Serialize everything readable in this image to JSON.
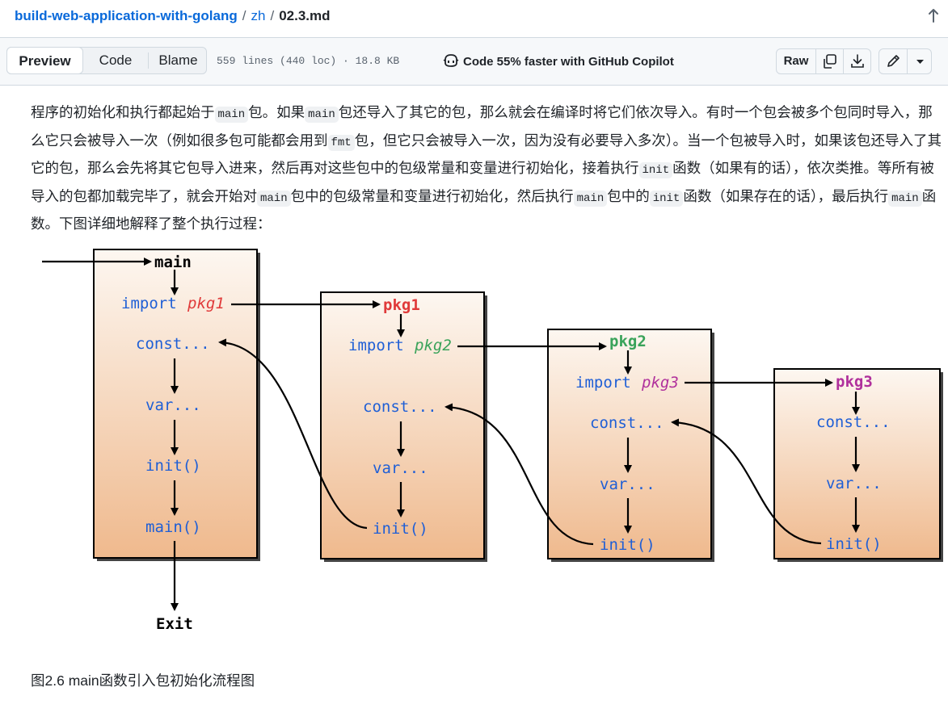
{
  "breadcrumb": {
    "repo": "build-web-application-with-golang",
    "dir": "zh",
    "file": "02.3.md",
    "separator": "/"
  },
  "toolbar": {
    "tabs": [
      "Preview",
      "Code",
      "Blame"
    ],
    "meta": "559 lines (440 loc) · 18.8 KB",
    "copilot": "Code 55% faster with GitHub Copilot",
    "raw_label": "Raw",
    "icons": [
      "copy-icon",
      "download-icon",
      "pencil-icon",
      "triangle-down-icon"
    ]
  },
  "paragraph": [
    {
      "t": "text",
      "v": "程序的初始化和执行都起始于"
    },
    {
      "t": "code",
      "v": "main"
    },
    {
      "t": "text",
      "v": "包。如果"
    },
    {
      "t": "code",
      "v": "main"
    },
    {
      "t": "text",
      "v": "包还导入了其它的包，那么就会在编译时将它们依次导入。有时一个包会被多个包同时导入，那么它只会被导入一次（例如很多包可能都会用到"
    },
    {
      "t": "code",
      "v": "fmt"
    },
    {
      "t": "text",
      "v": "包，但它只会被导入一次，因为没有必要导入多次）。当一个包被导入时，如果该包还导入了其它的包，那么会先将其它包导入进来，然后再对这些包中的包级常量和变量进行初始化，接着执行"
    },
    {
      "t": "code",
      "v": "init"
    },
    {
      "t": "text",
      "v": "函数（如果有的话），依次类推。等所有被导入的包都加载完毕了，就会开始对"
    },
    {
      "t": "code",
      "v": "main"
    },
    {
      "t": "text",
      "v": "包中的包级常量和变量进行初始化，然后执行"
    },
    {
      "t": "code",
      "v": "main"
    },
    {
      "t": "text",
      "v": "包中的"
    },
    {
      "t": "code",
      "v": "init"
    },
    {
      "t": "text",
      "v": "函数（如果存在的话），最后执行"
    },
    {
      "t": "code",
      "v": "main"
    },
    {
      "t": "text",
      "v": "函数。下图详细地解释了整个执行过程："
    }
  ],
  "diagram": {
    "main_box": {
      "title": "main",
      "import_kw": "import",
      "import_pkg": "pkg1",
      "const": "const...",
      "var": "var...",
      "init": "init()",
      "main_call": "main()"
    },
    "pkg1_box": {
      "title": "pkg1",
      "import_kw": "import",
      "import_pkg": "pkg2",
      "const": "const...",
      "var": "var...",
      "init": "init()"
    },
    "pkg2_box": {
      "title": "pkg2",
      "import_kw": "import",
      "import_pkg": "pkg3",
      "const": "const...",
      "var": "var...",
      "init": "init()"
    },
    "pkg3_box": {
      "title": "pkg3",
      "const": "const...",
      "var": "var...",
      "init": "init()"
    },
    "exit": "Exit",
    "colors": {
      "keyword": "#1f5fd6",
      "pkg1": "#e03a3a",
      "pkg2": "#3aa35a",
      "pkg3": "#b0309c",
      "box_top": "#fdf7f1",
      "box_bottom": "#efb98d"
    }
  },
  "caption": "图2.6 main函数引入包初始化流程图"
}
